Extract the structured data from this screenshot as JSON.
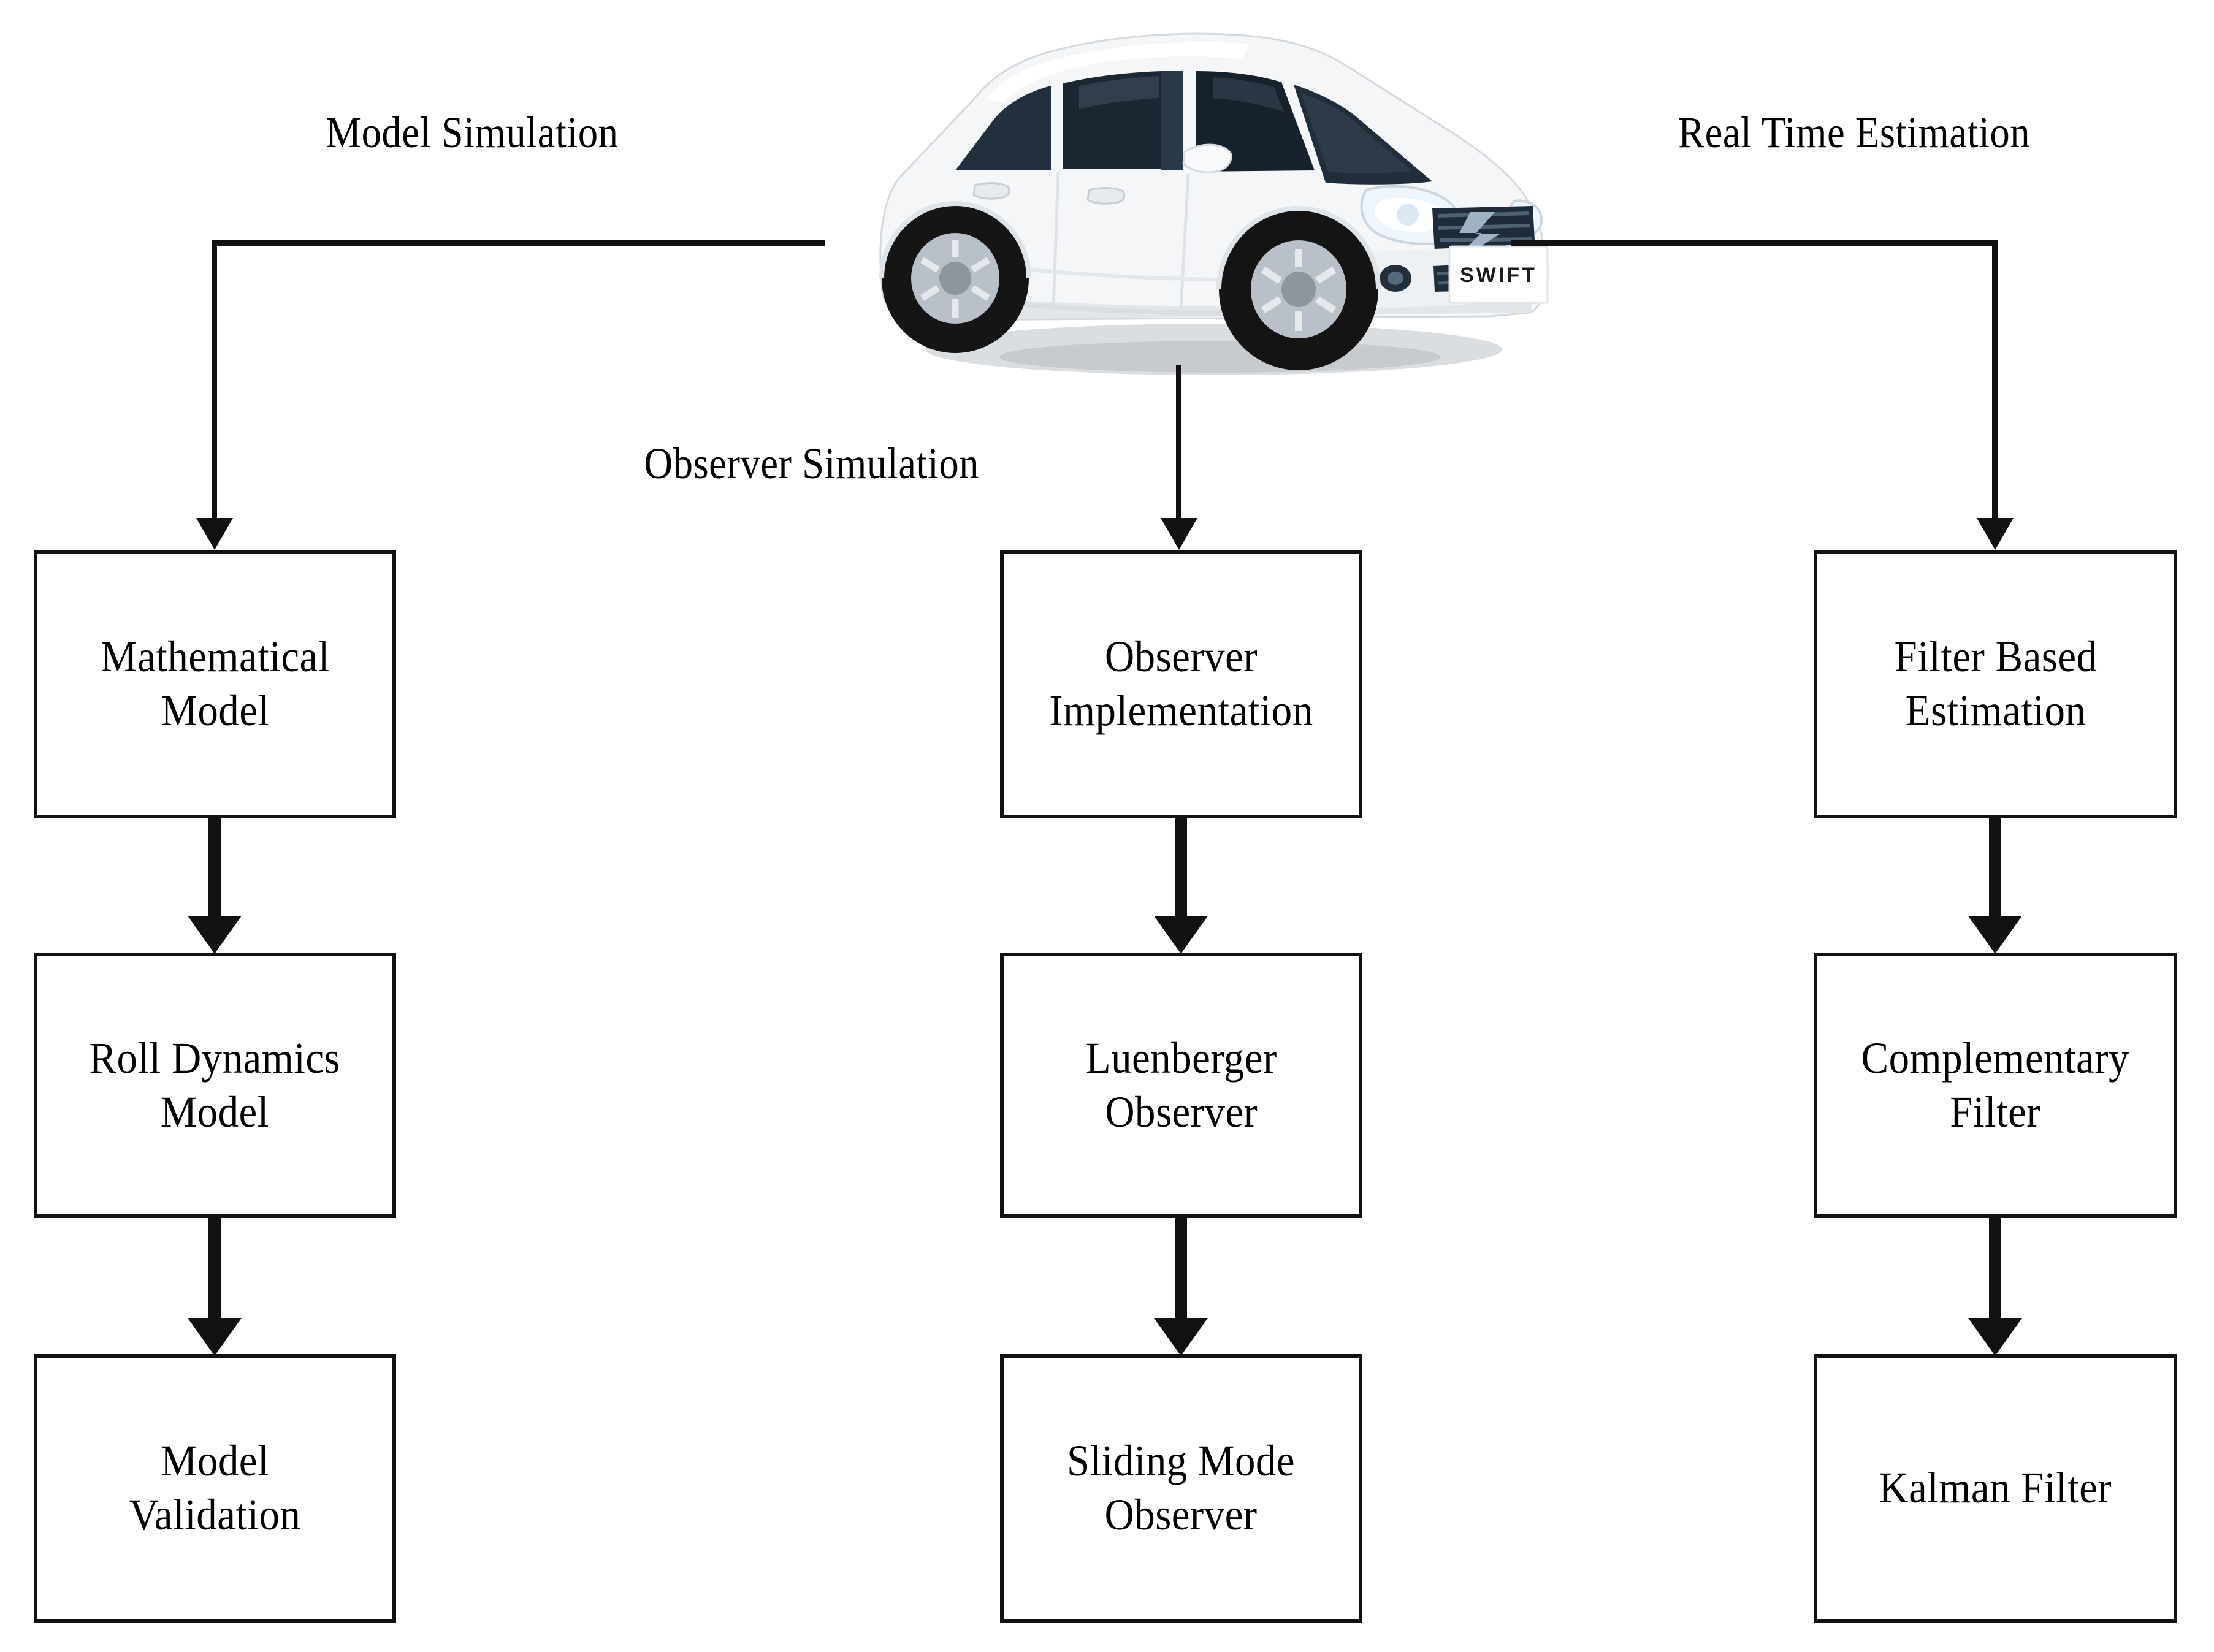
{
  "figure": {
    "kind": "flow-diagram",
    "subject_icon": "white-hatchback-car-icon",
    "car_badge": "SWIFT"
  },
  "branch_labels": [
    {
      "id": "model-simulation",
      "text": "Model Simulation"
    },
    {
      "id": "real-time-estimation",
      "text": "Real Time Estimation"
    },
    {
      "id": "observer-simulation",
      "text": "Observer Simulation"
    }
  ],
  "columns": [
    {
      "id": "model-simulation",
      "nodes": [
        {
          "id": "mathematical-model",
          "text": "Mathematical\nModel"
        },
        {
          "id": "roll-dynamics-model",
          "text": "Roll Dynamics\nModel"
        },
        {
          "id": "model-validation",
          "text": "Model\nValidation"
        }
      ]
    },
    {
      "id": "observer-simulation",
      "nodes": [
        {
          "id": "observer-implementation",
          "text": "Observer\nImplementation"
        },
        {
          "id": "luenberger-observer",
          "text": "Luenberger\nObserver"
        },
        {
          "id": "sliding-mode-observer",
          "text": "Sliding Mode\nObserver"
        }
      ]
    },
    {
      "id": "real-time-estimation",
      "nodes": [
        {
          "id": "filter-based-estimation",
          "text": "Filter Based\nEstimation"
        },
        {
          "id": "complementary-filter",
          "text": "Complementary\nFilter"
        },
        {
          "id": "kalman-filter",
          "text": "Kalman Filter"
        }
      ]
    }
  ],
  "colors": {
    "ink": "#111111",
    "background": "#ffffff",
    "car_body": "#f2f4f6",
    "car_glass": "#1b2733",
    "car_tire": "#161616"
  }
}
